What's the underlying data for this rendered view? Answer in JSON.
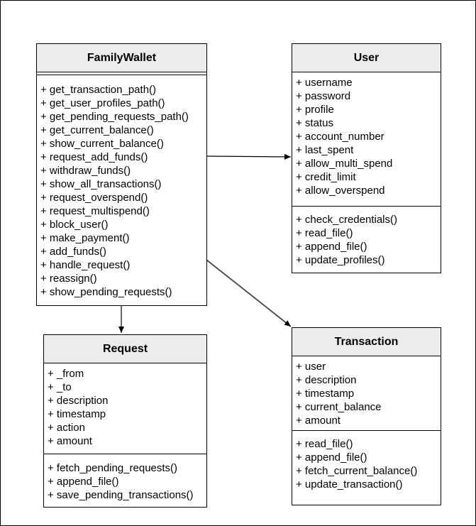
{
  "colors": {
    "header_fill": "#ececec",
    "border": "#000000",
    "arrow": "#333333",
    "background": "#ffffff"
  },
  "classes": {
    "familywallet": {
      "name": "FamilyWallet",
      "attributes": [],
      "methods": [
        "+ get_transaction_path()",
        "+ get_user_profiles_path()",
        "+ get_pending_requests_path()",
        "+ get_current_balance()",
        "+ show_current_balance()",
        "+ request_add_funds()",
        "+ withdraw_funds()",
        "+ show_all_transactions()",
        "+ request_overspend()",
        "+ request_multispend()",
        "+ block_user()",
        "+ make_payment()",
        "+ add_funds()",
        "+ handle_request()",
        "+ reassign()",
        "+ show_pending_requests()"
      ]
    },
    "user": {
      "name": "User",
      "attributes": [
        "+ username",
        "+ password",
        "+ profile",
        "+ status",
        "+ account_number",
        "+ last_spent",
        "+ allow_multi_spend",
        "+ credit_limit",
        "+ allow_overspend"
      ],
      "methods": [
        "+ check_credentials()",
        "+ read_file()",
        "+ append_file()",
        "+ update_profiles()"
      ]
    },
    "request": {
      "name": "Request",
      "attributes": [
        "+ _from",
        "+ _to",
        "+ description",
        "+ timestamp",
        "+ action",
        "+ amount"
      ],
      "methods": [
        "+ fetch_pending_requests()",
        "+ append_file()",
        "+ save_pending_transactions()"
      ]
    },
    "transaction": {
      "name": "Transaction",
      "attributes": [
        "+ user",
        "+ description",
        "+ timestamp",
        "+ current_balance",
        "+ amount"
      ],
      "methods": [
        "+ read_file()",
        "+ append_file()",
        "+ fetch_current_balance()",
        "+ update_transaction()"
      ]
    }
  },
  "associations": [
    {
      "from": "FamilyWallet",
      "to": "User"
    },
    {
      "from": "FamilyWallet",
      "to": "Request"
    },
    {
      "from": "FamilyWallet",
      "to": "Transaction"
    }
  ]
}
